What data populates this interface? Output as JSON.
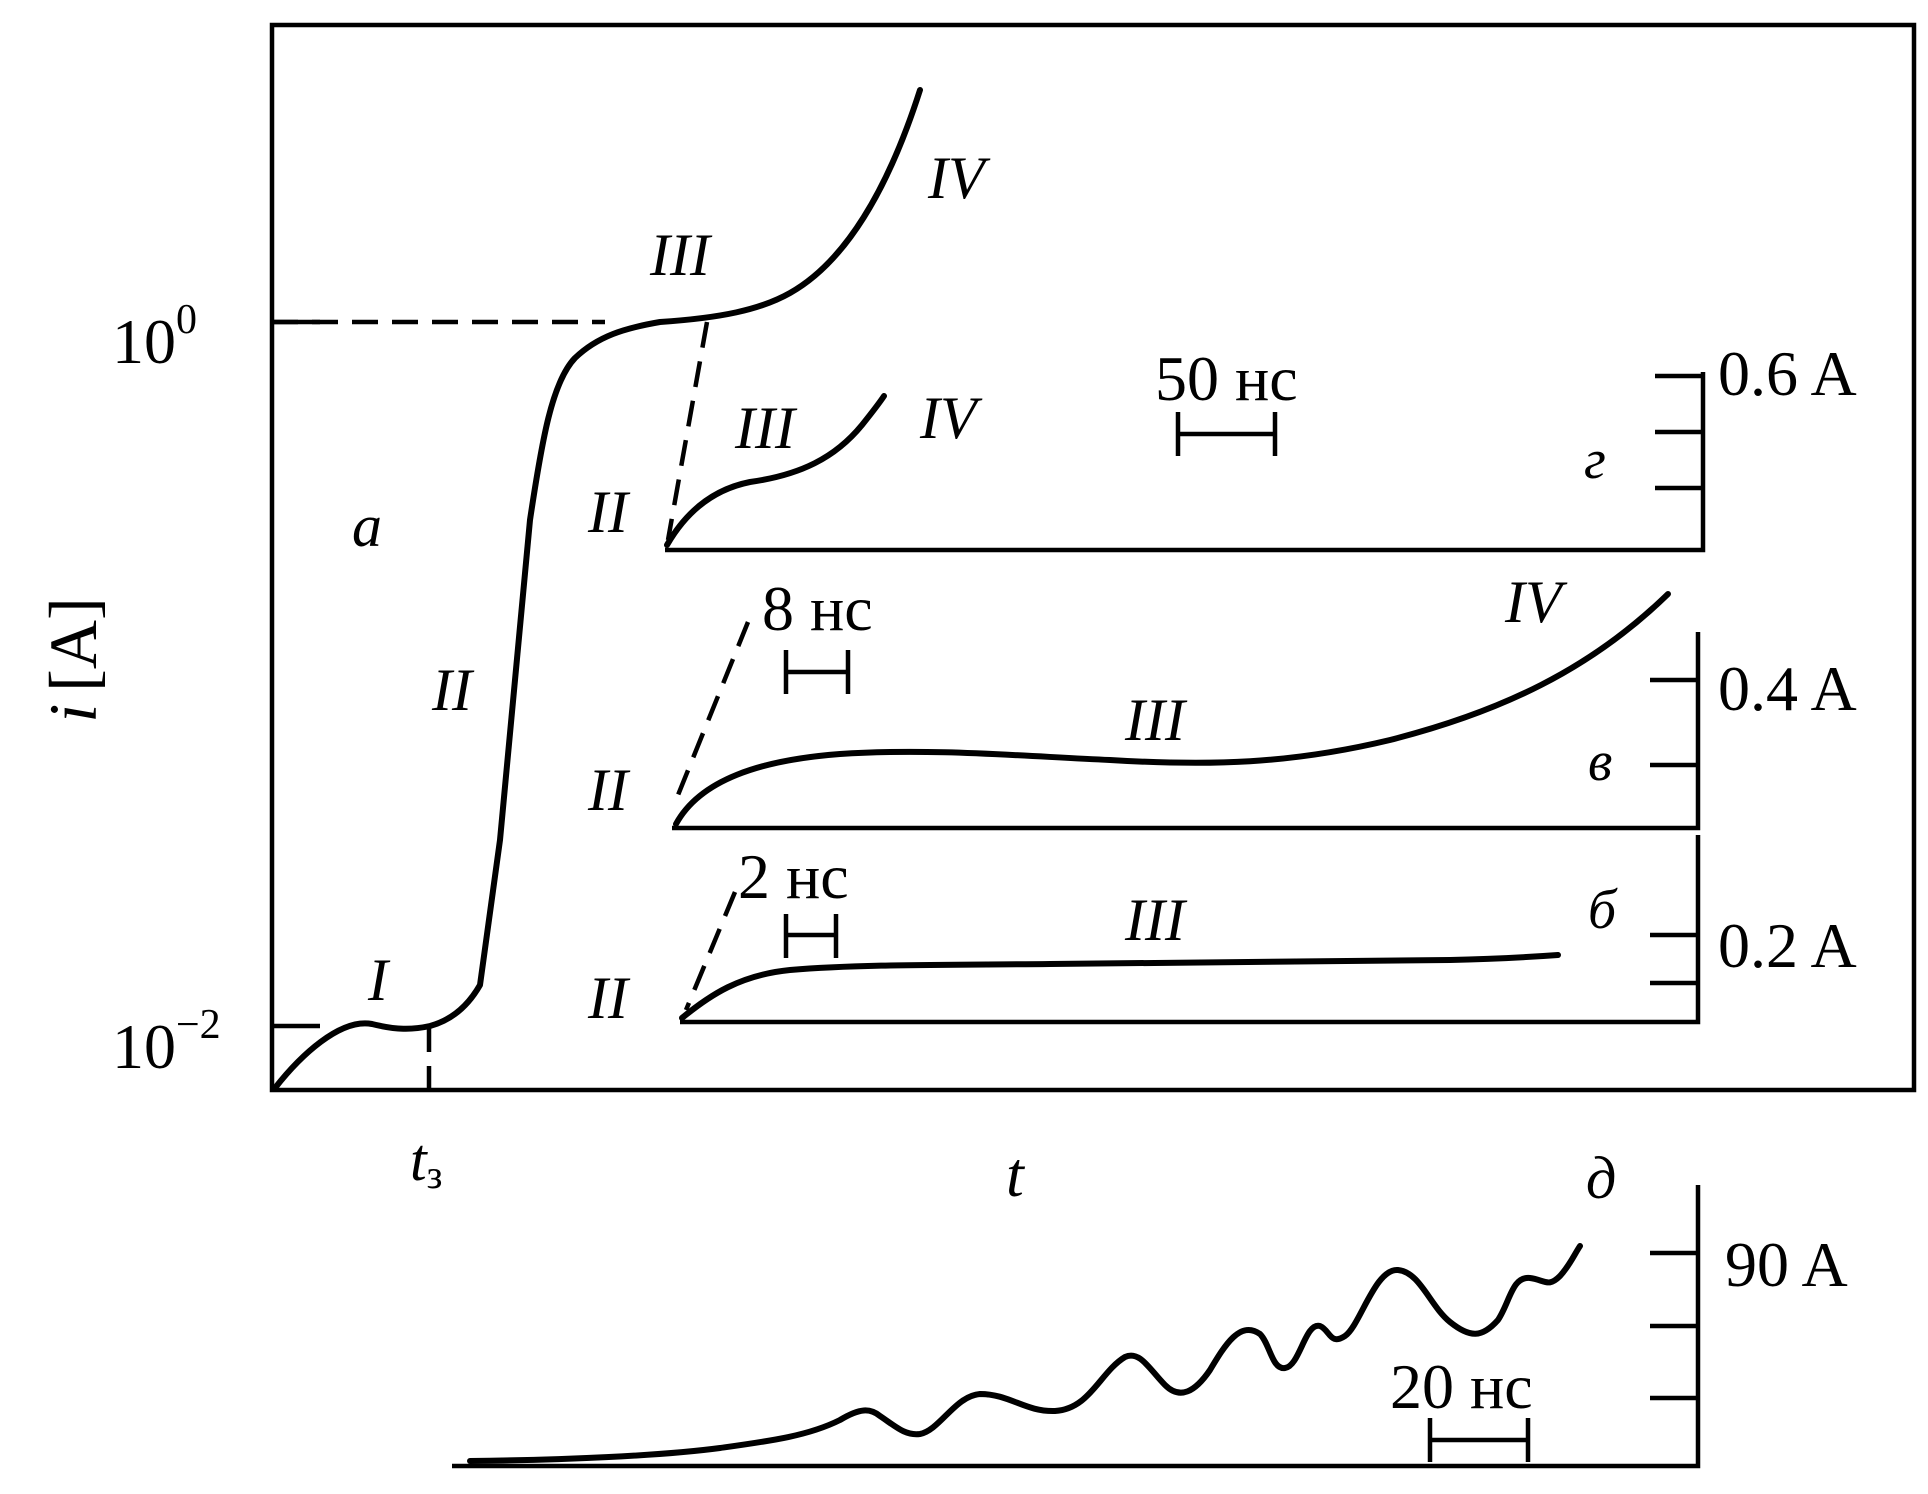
{
  "panel_a": {
    "letter": "a",
    "ylabel_var": "i",
    "ylabel_unit": "[A]",
    "ytick_top_base": "10",
    "ytick_top_exp": "0",
    "ytick_bottom_base": "10",
    "ytick_bottom_exp": "−2",
    "xlabel": "t",
    "xtick_base": "t",
    "xtick_sub": "з",
    "stages": {
      "s1": "I",
      "s2": "II",
      "s3": "III",
      "s4": "IV"
    }
  },
  "panel_g": {
    "letter": "г",
    "scale_value": "0.6 A",
    "time_bar": "50 нс",
    "stages": {
      "s2": "II",
      "s3": "III",
      "s4": "IV"
    }
  },
  "panel_v": {
    "letter": "в",
    "scale_value": "0.4 A",
    "time_bar": "8 нс",
    "stages": {
      "s2": "II",
      "s3": "III",
      "s4": "IV"
    }
  },
  "panel_b": {
    "letter": "б",
    "scale_value": "0.2 A",
    "time_bar": "2 нс",
    "stages": {
      "s2": "II",
      "s3": "III"
    }
  },
  "panel_d": {
    "letter": "д",
    "scale_value": "90 A",
    "time_bar": "20 нс"
  }
}
